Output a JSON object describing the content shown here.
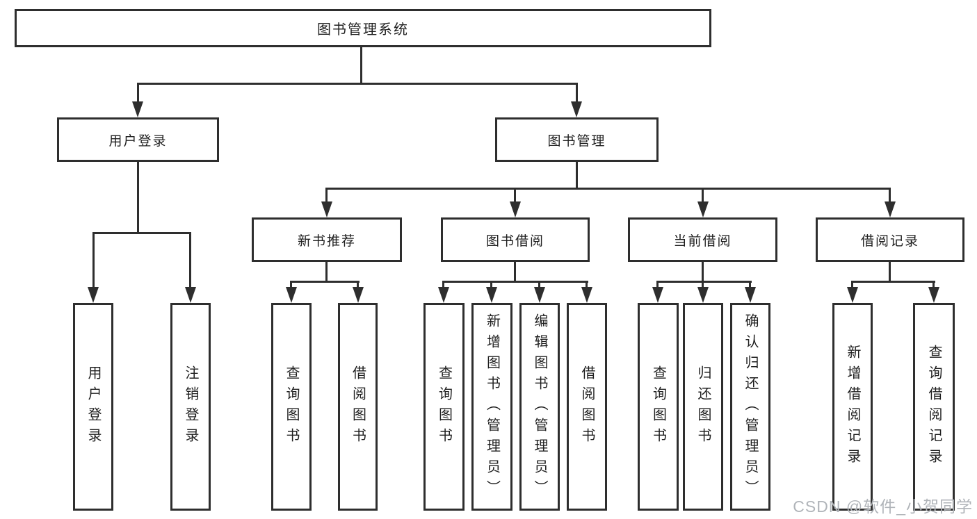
{
  "page": {
    "background": "#ffffff",
    "line_color": "#2e2e2e",
    "text_color": "#1f1f1f",
    "watermark": "CSDN @软件_小贺同学",
    "watermark_color": "#b0b4b9"
  },
  "diagram": {
    "title": "图书管理系统",
    "root": {
      "label": "图书管理系统"
    },
    "level2": [
      {
        "id": "user-login",
        "label": "用户登录"
      },
      {
        "id": "book-management",
        "label": "图书管理"
      }
    ],
    "level3": [
      {
        "id": "new-book-recommend",
        "label": "新书推荐",
        "parent": "图书管理"
      },
      {
        "id": "book-borrowing",
        "label": "图书借阅",
        "parent": "图书管理"
      },
      {
        "id": "current-borrowing",
        "label": "当前借阅",
        "parent": "图书管理"
      },
      {
        "id": "borrowing-records",
        "label": "借阅记录",
        "parent": "图书管理"
      }
    ],
    "leaves": [
      {
        "label": "用户登录",
        "parent": "用户登录"
      },
      {
        "label": "注销登录",
        "parent": "用户登录"
      },
      {
        "label": "查询图书",
        "parent": "新书推荐"
      },
      {
        "label": "借阅图书",
        "parent": "新书推荐"
      },
      {
        "label": "查询图书",
        "parent": "图书借阅"
      },
      {
        "label": "新增图书（管理员）",
        "parent": "图书借阅"
      },
      {
        "label": "编辑图书（管理员）",
        "parent": "图书借阅"
      },
      {
        "label": "借阅图书",
        "parent": "图书借阅"
      },
      {
        "label": "查询图书",
        "parent": "当前借阅"
      },
      {
        "label": "归还图书",
        "parent": "当前借阅"
      },
      {
        "label": "确认归还（管理员）",
        "parent": "当前借阅"
      },
      {
        "label": "新增借阅记录",
        "parent": "借阅记录"
      },
      {
        "label": "查询借阅记录",
        "parent": "借阅记录"
      }
    ]
  }
}
